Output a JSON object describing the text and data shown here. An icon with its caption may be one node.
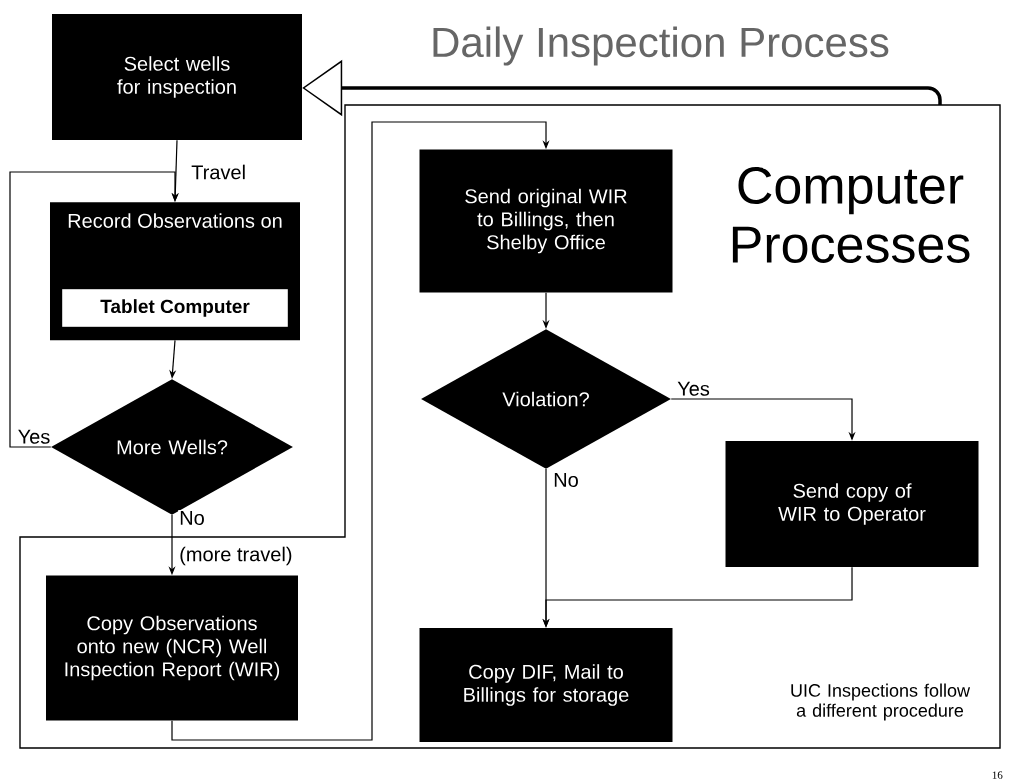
{
  "diagram": {
    "title": "Daily Inspection Process",
    "nodes": [
      {
        "text": [
          "Select wells for inspection"
        ]
      },
      {
        "text": [
          "Record Observations on"
        ]
      },
      {
        "text": [
          "Tablet Computer"
        ],
        "in": 1
      },
      {
        "text": [
          "More Wells?"
        ]
      },
      {
        "text": [
          "Computer Processes",
          "UIC Inspections follow a different procedure"
        ]
      },
      {
        "text": [
          "Copy Observations onto new (NCR) Well Inspection Report (WIR)"
        ],
        "in": 4
      },
      {
        "text": [
          "Send original WIR to Billings, then Shelby Office"
        ],
        "in": 4
      },
      {
        "text": [
          "Violation?"
        ],
        "in": 4
      },
      {
        "text": [
          "Send copy of WIR to Operator"
        ],
        "in": 4
      },
      {
        "text": [
          "Copy DIF, Mail to Billings for storage"
        ],
        "in": 4
      }
    ],
    "edges": [
      {
        "from": 0,
        "to": 1,
        "arrow": "to",
        "label": "Travel"
      },
      {
        "from": 3,
        "to": 1,
        "arrow": "to",
        "label": "Yes"
      },
      {
        "from": 1,
        "to": 3,
        "arrow": "to"
      },
      {
        "from": 3,
        "to": 5,
        "arrow": "to",
        "label": "No"
      },
      {
        "from": 5,
        "to": 6,
        "arrow": "to"
      },
      {
        "from": 6,
        "to": 7,
        "arrow": "to"
      },
      {
        "from": 7,
        "to": 8,
        "arrow": "to",
        "label": "Yes"
      },
      {
        "from": 7,
        "to": 9,
        "arrow": "to",
        "label": "No"
      },
      {
        "from": 8,
        "to": 9,
        "arrow": "to"
      },
      {
        "from": 4,
        "to": 0,
        "arrow": "to",
        "style": "thick"
      }
    ],
    "labels": [
      "(more travel)",
      "16"
    ]
  }
}
